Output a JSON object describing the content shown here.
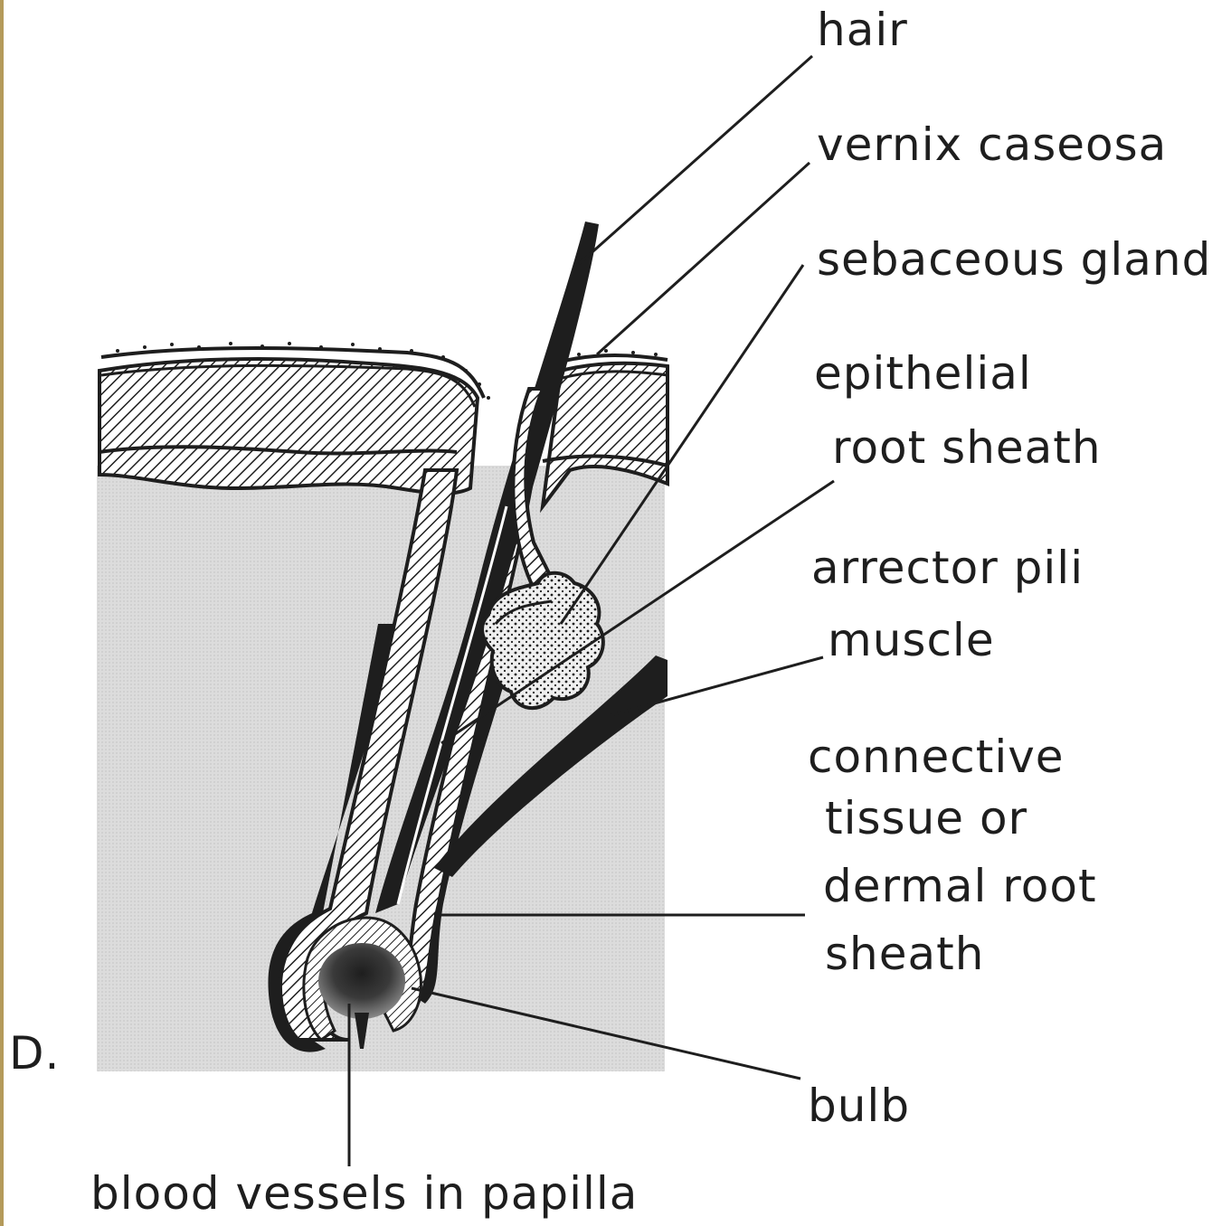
{
  "figure_letter": "D.",
  "labels": {
    "hair": "hair",
    "vernix_caseosa": "vernix caseosa",
    "sebaceous_gland": "sebaceous gland",
    "epithelial_root_sheath": [
      "epithelial",
      "root sheath"
    ],
    "arrector_pili_muscle": [
      "arrector pili",
      "muscle"
    ],
    "connective_tissue": [
      "connective",
      "tissue or",
      "dermal root",
      "sheath"
    ],
    "bulb": "bulb",
    "blood_vessels": "blood vessels in papilla"
  },
  "colors": {
    "ink": "#1e1e1e",
    "dermis": "#d9d9d9",
    "page_border": "#b49a5a",
    "background": "#ffffff"
  }
}
